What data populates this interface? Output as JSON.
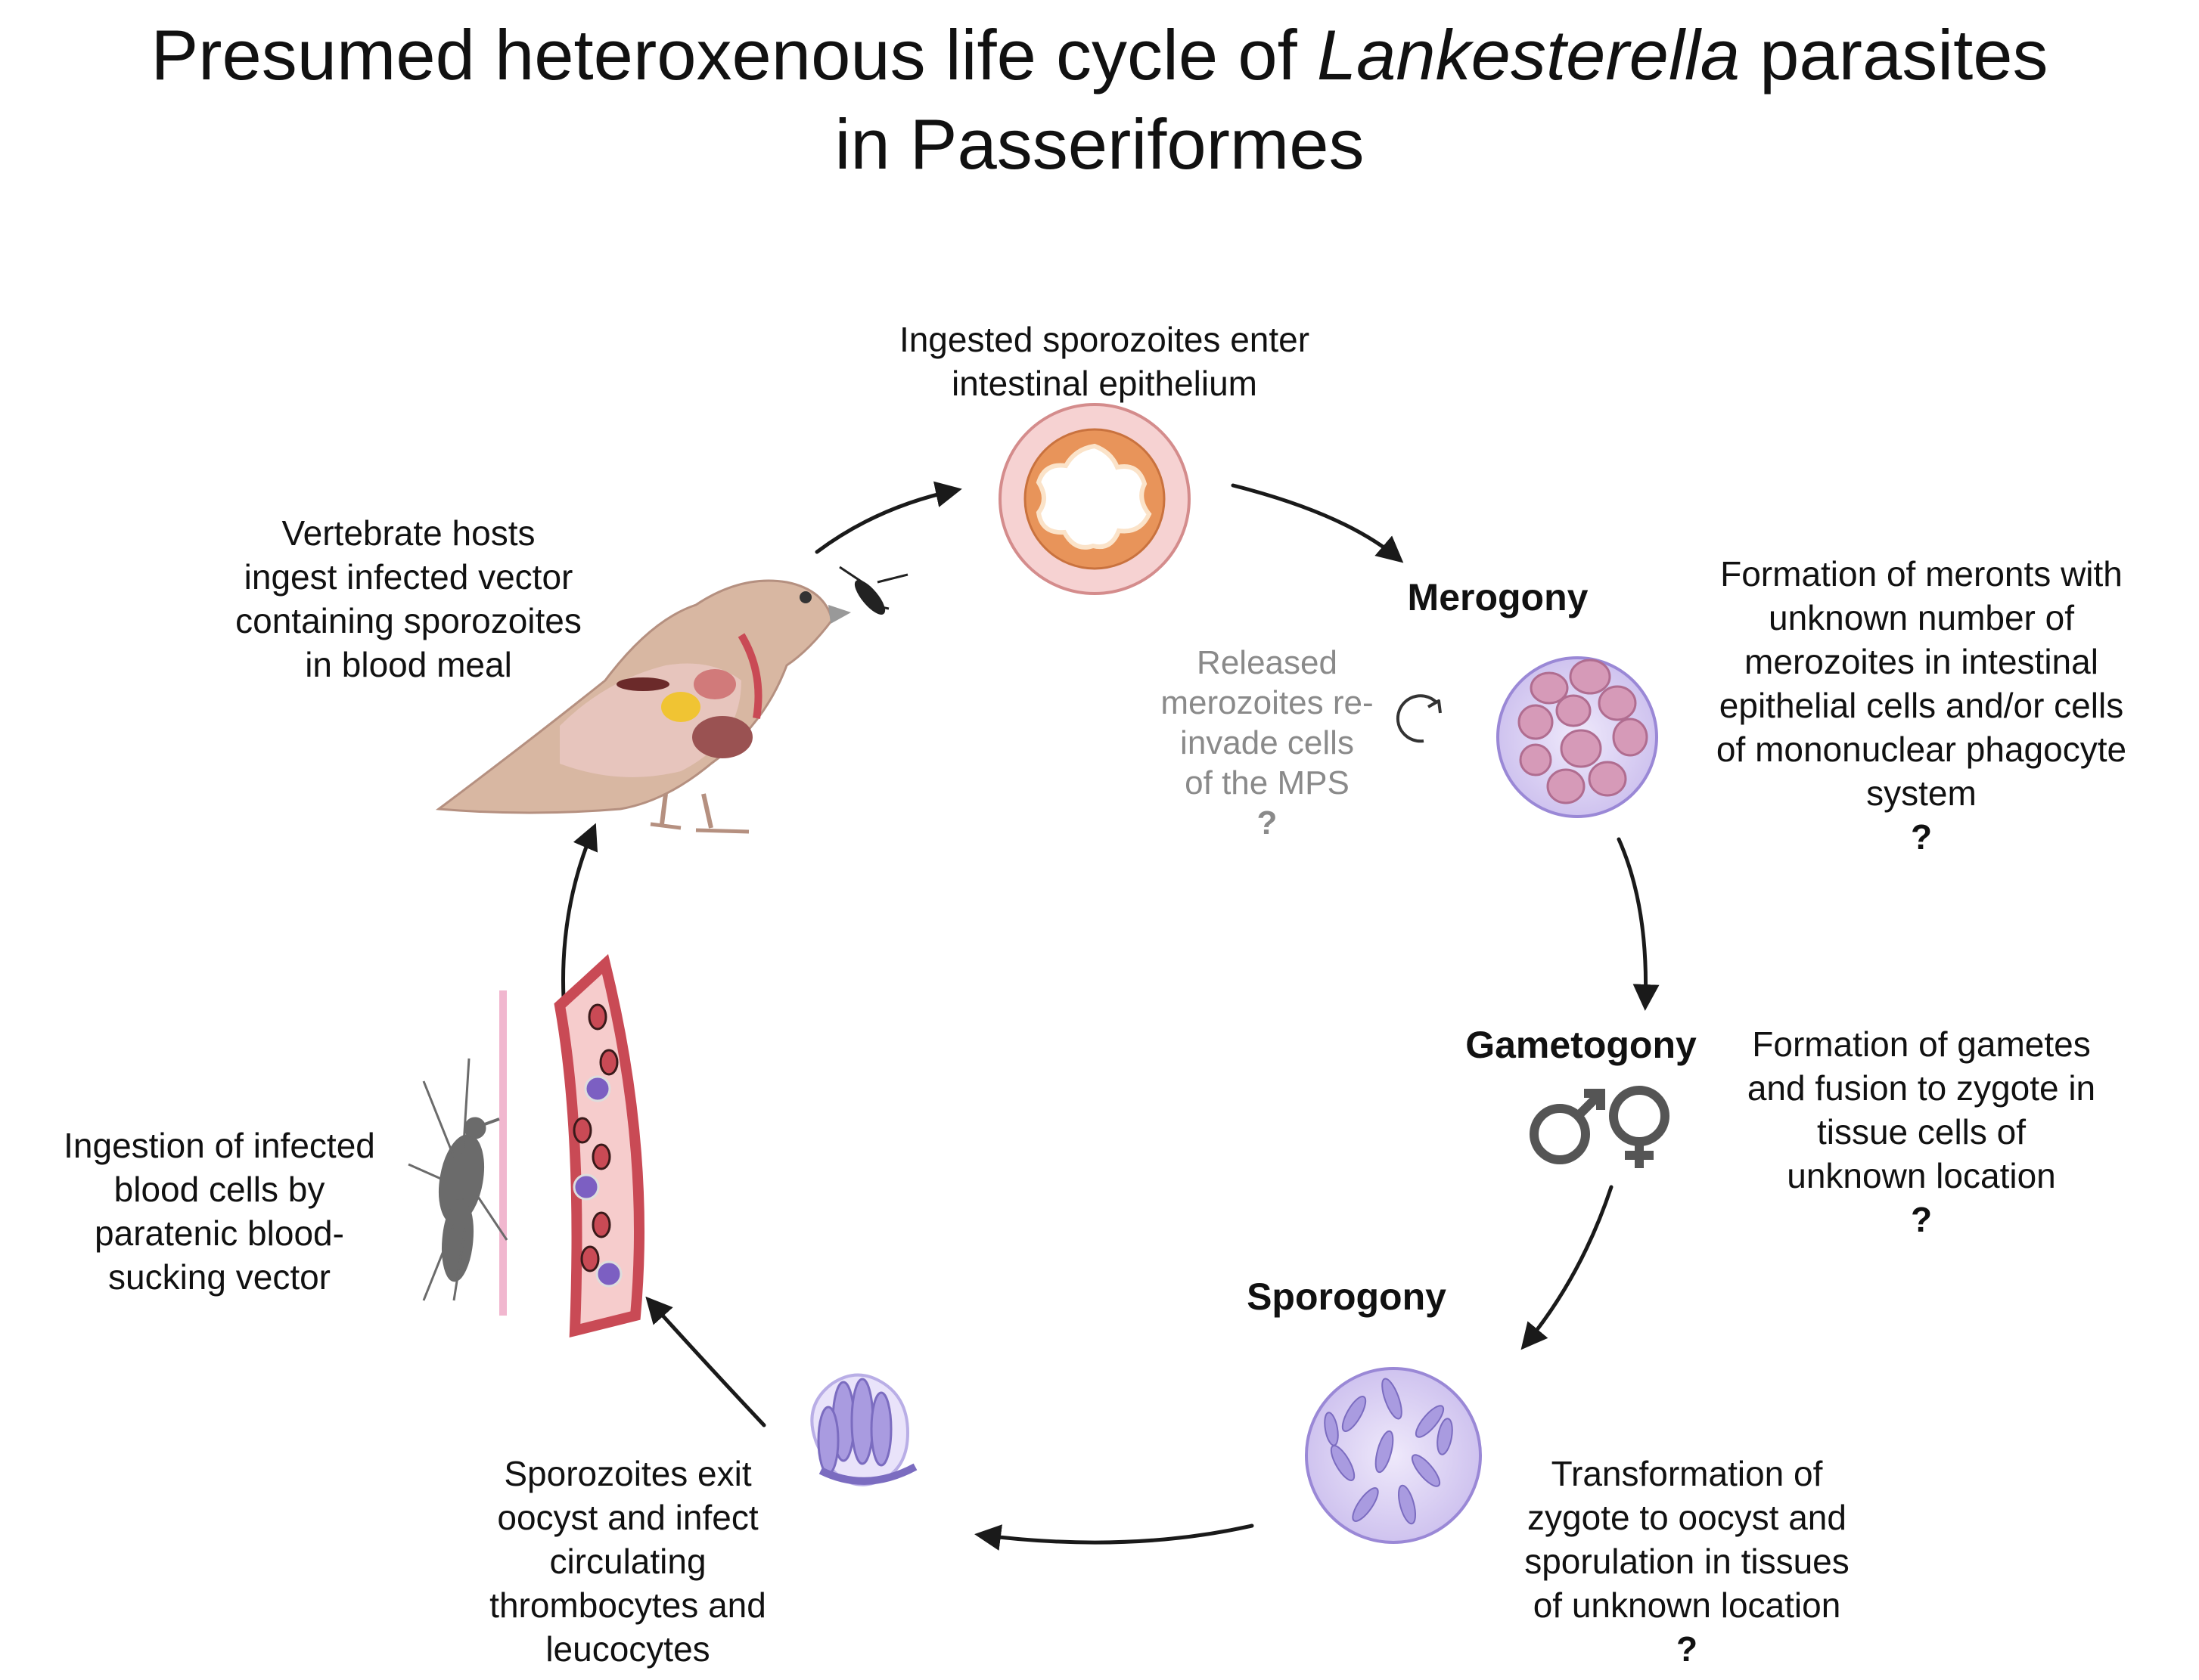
{
  "title": {
    "prefix": "Presumed heteroxenous life cycle of ",
    "genus": "Lankesterella",
    "suffix": " parasites",
    "line2": "in Passeriformes"
  },
  "stages": {
    "merogony": "Merogony",
    "gametogony": "Gametogony",
    "sporogony": "Sporogony"
  },
  "labels": {
    "intestine": [
      "Ingested sporozoites enter",
      "intestinal epithelium"
    ],
    "vertebrate": [
      "Vertebrate hosts",
      "ingest infected vector",
      "containing sporozoites",
      "in blood meal"
    ],
    "merogony_desc": [
      "Formation of meronts with",
      "unknown number of",
      "merozoites in intestinal",
      "epithelial cells and/or cells",
      "of mononuclear phagocyte",
      "system"
    ],
    "reinvade": [
      "Released",
      "merozoites re-",
      "invade cells",
      "of the MPS"
    ],
    "gametogony_desc": [
      "Formation of gametes",
      "and fusion to zygote in",
      "tissue cells of",
      "unknown location"
    ],
    "sporogony_desc": [
      "Transformation of",
      "zygote to oocyst and",
      "sporulation in tissues",
      "of unknown location"
    ],
    "sporozoites_exit": [
      "Sporozoites exit",
      "oocyst and infect",
      "circulating",
      "thrombocytes and",
      "leucocytes"
    ],
    "vector_ingest": [
      "Ingestion of infected",
      "blood cells by",
      "paratenic blood-",
      "sucking vector"
    ],
    "question": "?"
  },
  "colors": {
    "arrow": "#1a1a1a",
    "intestine_outer": "#f6d6d6",
    "intestine_inner": "#e8945a",
    "cell_bg": "#dcd3f3",
    "meront": "#d69ab8",
    "blood_vessel": "#c94a55",
    "vessel_light": "#f3c2c2",
    "mosquito": "#6b6b6b",
    "gender_symbol": "#555555"
  },
  "icons": [
    "sparrow-icon",
    "mosquito-icon",
    "intestine-cross-section-icon",
    "meront-cell-icon",
    "male-female-icon",
    "oocyst-icon",
    "sporozoite-cell-icon",
    "blood-vessel-icon",
    "refresh-cycle-icon"
  ]
}
